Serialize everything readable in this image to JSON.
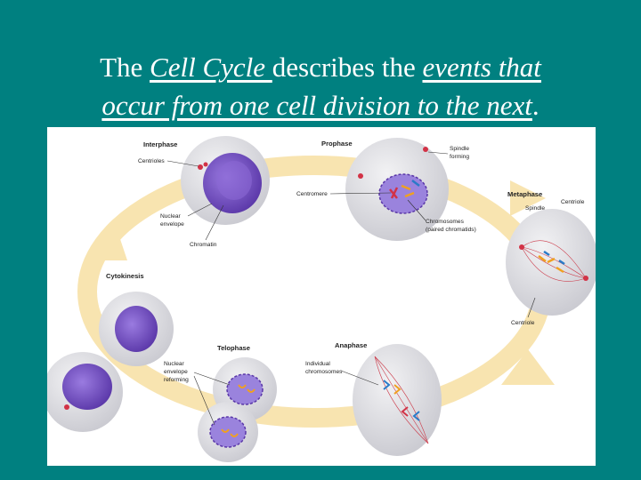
{
  "slide": {
    "title_part1": "The ",
    "title_link1": "Cell Cycle ",
    "title_part2": "describes the ",
    "title_link2a": "events that",
    "title_link2b": "occur from one cell division to the next",
    "title_end": "."
  },
  "diagram": {
    "phases": {
      "interphase": "Interphase",
      "prophase": "Prophase",
      "metaphase": "Metaphase",
      "anaphase": "Anaphase",
      "telophase": "Telophase",
      "cytokinesis": "Cytokinesis"
    },
    "labels": {
      "centrioles": "Centrioles",
      "nuclear_envelope_1": "Nuclear",
      "nuclear_envelope_2": "envelope",
      "chromatin": "Chromatin",
      "centromere": "Centromere",
      "spindle_forming_1": "Spindle",
      "spindle_forming_2": "forming",
      "chromosomes_1": "Chromosomes",
      "chromosomes_2": "(paired chromatids)",
      "centriole_top": "Centriole",
      "spindle": "Spindle",
      "centriole_bottom": "Centriole",
      "individual_1": "Individual",
      "individual_2": "chromosomes",
      "nuclear_reforming_1": "Nuclear",
      "nuclear_reforming_2": "envelope",
      "nuclear_reforming_3": "reforming"
    },
    "colors": {
      "background": "#008080",
      "arrow": "#f8e4b0",
      "cell": "#e2e2e6",
      "nucleus": "#7a55c8",
      "spindle": "#cc3b4a"
    }
  }
}
